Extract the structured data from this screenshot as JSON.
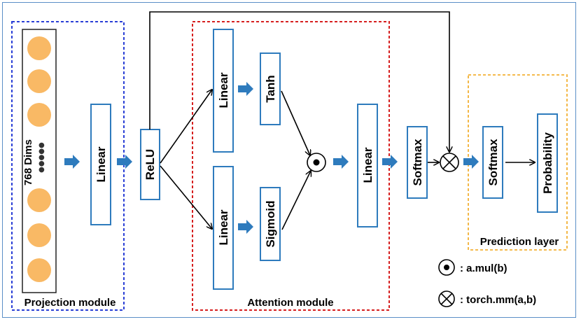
{
  "modules": {
    "projection": {
      "title": "Projection module",
      "color": "#2a3fd6"
    },
    "attention": {
      "title": "Attention  module",
      "color": "#d61f1f"
    },
    "prediction": {
      "title": "Prediction layer",
      "color": "#f2b134"
    }
  },
  "input": {
    "dims_label": "768 Dims",
    "dots": "●●●●●",
    "token_color": "#f9b965"
  },
  "nodes": {
    "proj_linear": "Linear",
    "relu": "ReLU",
    "att_linear_top": "Linear",
    "tanh": "Tanh",
    "att_linear_bottom": "Linear",
    "sigmoid": "Sigmoid",
    "att_linear_out": "Linear",
    "softmax_attention": "Softmax",
    "softmax_prediction": "Softmax",
    "probability": "Probability"
  },
  "legend": {
    "elementwise": ": a.mul(b)",
    "matmul": ": torch.mm(a,b)"
  },
  "colors": {
    "box_border": "#2e7bbd",
    "arrow_fill": "#2e7bbd",
    "frame": "#5a8fc7"
  }
}
